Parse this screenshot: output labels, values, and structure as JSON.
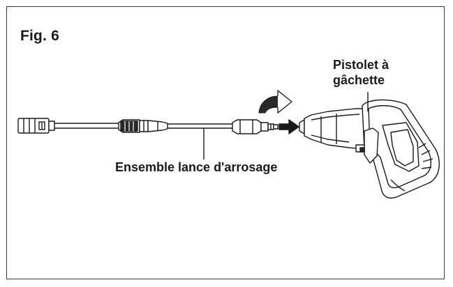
{
  "figure": {
    "title": "Fig. 6"
  },
  "labels": {
    "gun_line1": "Pistolet à",
    "gun_line2": "gâchette",
    "wand": "Ensemble lance d'arrosage"
  },
  "icons": {
    "rotate": "curved-arrow-icon",
    "insert": "right-arrow-icon"
  },
  "colors": {
    "ink": "#1a1a1a",
    "dark_fill": "#2a2a2a",
    "frame": "#3a3a3a"
  }
}
